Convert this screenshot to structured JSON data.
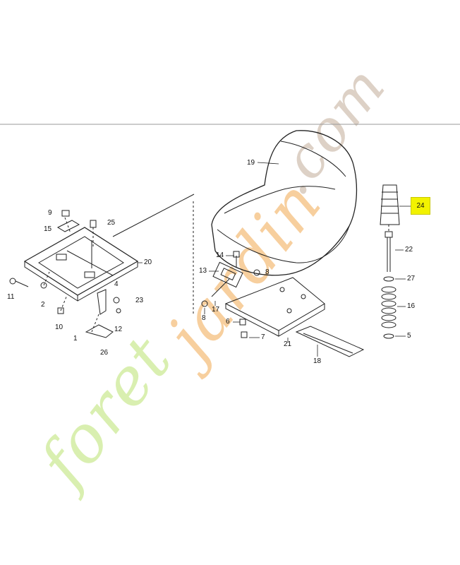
{
  "watermark": {
    "prefix": "foret",
    "middle": "jardin",
    "suffix": ".com",
    "prefix_color": "#d9efb0",
    "middle_color": "#f7cf9e",
    "suffix_color": "#ddd1c6"
  },
  "callouts": {
    "p1": "1",
    "p2": "2",
    "p4": "4",
    "p5": "5",
    "p6": "6",
    "p7": "7",
    "p8a": "8",
    "p8b": "8",
    "p9": "9",
    "p10": "10",
    "p11": "11",
    "p12": "12",
    "p13": "13",
    "p14": "14",
    "p15": "15",
    "p16": "16",
    "p17": "17",
    "p18": "18",
    "p19": "19",
    "p20": "20",
    "p21": "21",
    "p22": "22",
    "p23": "23",
    "p24": "24",
    "p25": "25",
    "p26": "26",
    "p27": "27"
  },
  "highlight_color": "#f2f200"
}
